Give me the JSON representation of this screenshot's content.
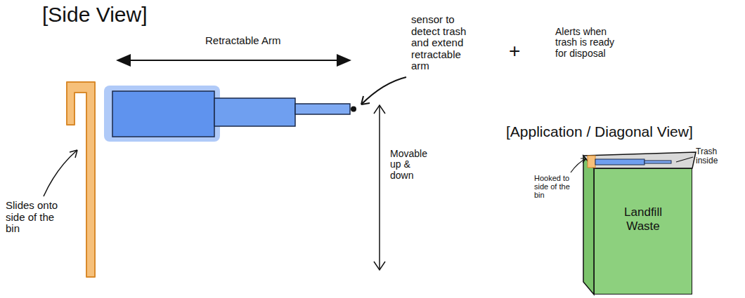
{
  "diagram": {
    "nodes": [
      {
        "text": [
          "Landfill Waste"
        ]
      }
    ],
    "labels": [
      "[Side View]",
      "Retractable Arm",
      "sensor to detect trash and extend retractable arm",
      "+",
      "Alerts when trash is ready for disposal",
      "Movable up & down",
      "Slides onto side of the bin",
      "[Application / Diagonal View]",
      "Hooked to side of the bin",
      "Trash inside"
    ]
  }
}
